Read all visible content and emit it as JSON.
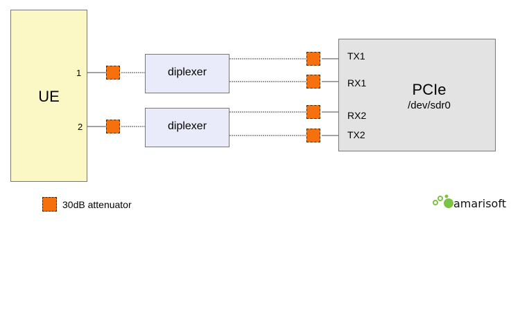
{
  "ue": {
    "label": "UE",
    "port1": "1",
    "port2": "2"
  },
  "diplexers": [
    {
      "label": "diplexer"
    },
    {
      "label": "diplexer"
    }
  ],
  "pcie": {
    "title": "PCIe",
    "device": "/dev/sdr0",
    "ports": [
      "TX1",
      "RX1",
      "RX2",
      "TX2"
    ]
  },
  "legend": {
    "label": "30dB attenuator"
  },
  "logo": {
    "text": "amarisoft"
  },
  "colors": {
    "attenuator": "#f7700e",
    "ue_fill": "#fcf8c6",
    "diplexer_fill": "#eaebfa",
    "pcie_fill": "#e3e3e3",
    "logo_green": "#7cc243"
  }
}
